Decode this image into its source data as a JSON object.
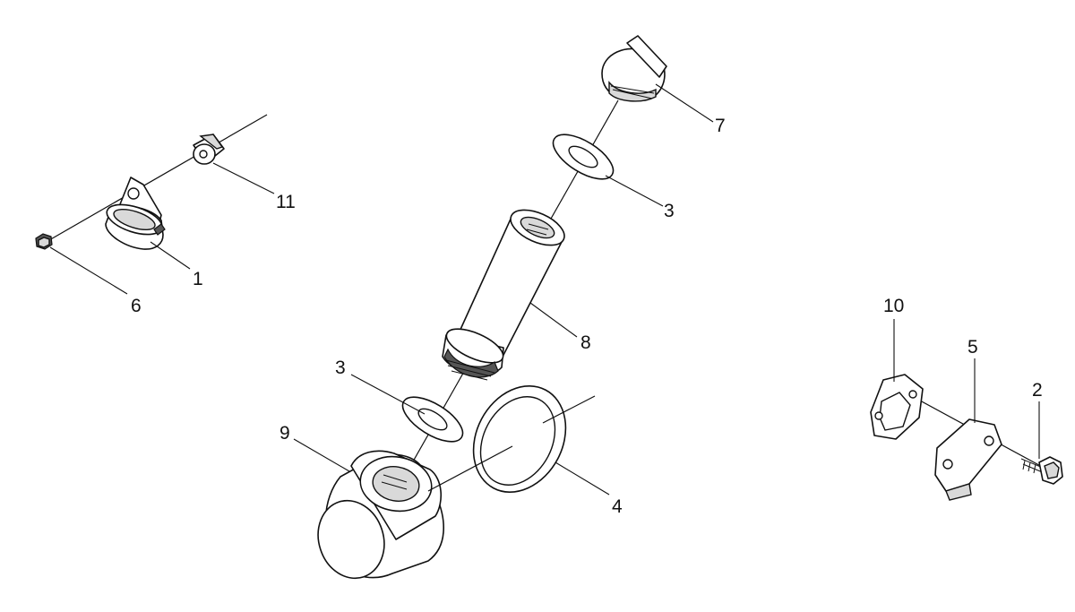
{
  "diagram": {
    "callouts": [
      {
        "id": "label-1",
        "text": "1"
      },
      {
        "id": "label-2",
        "text": "2"
      },
      {
        "id": "label-3a",
        "text": "3"
      },
      {
        "id": "label-3b",
        "text": "3"
      },
      {
        "id": "label-4",
        "text": "4"
      },
      {
        "id": "label-5",
        "text": "5"
      },
      {
        "id": "label-6",
        "text": "6"
      },
      {
        "id": "label-7",
        "text": "7"
      },
      {
        "id": "label-8",
        "text": "8"
      },
      {
        "id": "label-9",
        "text": "9"
      },
      {
        "id": "label-10",
        "text": "10"
      },
      {
        "id": "label-11",
        "text": "11"
      }
    ]
  }
}
